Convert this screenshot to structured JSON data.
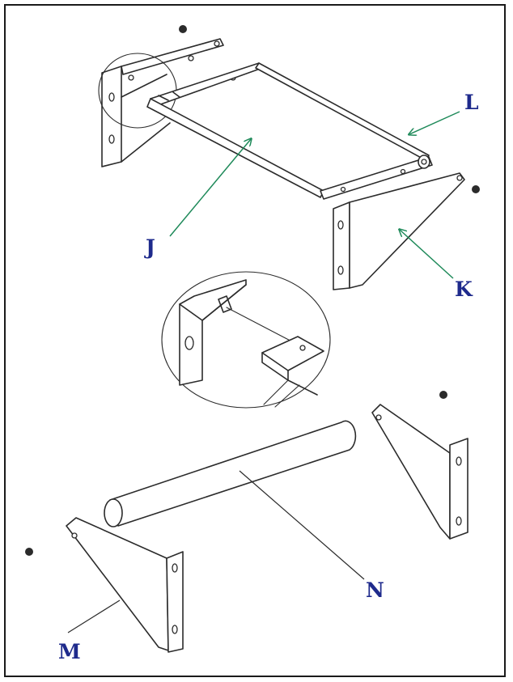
{
  "labels": {
    "J": "J",
    "K": "K",
    "L": "L",
    "M": "M",
    "N": "N"
  },
  "colors": {
    "line": "#2b2b2b",
    "label": "#1e2a8c",
    "leader_green": "#1f8a5a"
  }
}
